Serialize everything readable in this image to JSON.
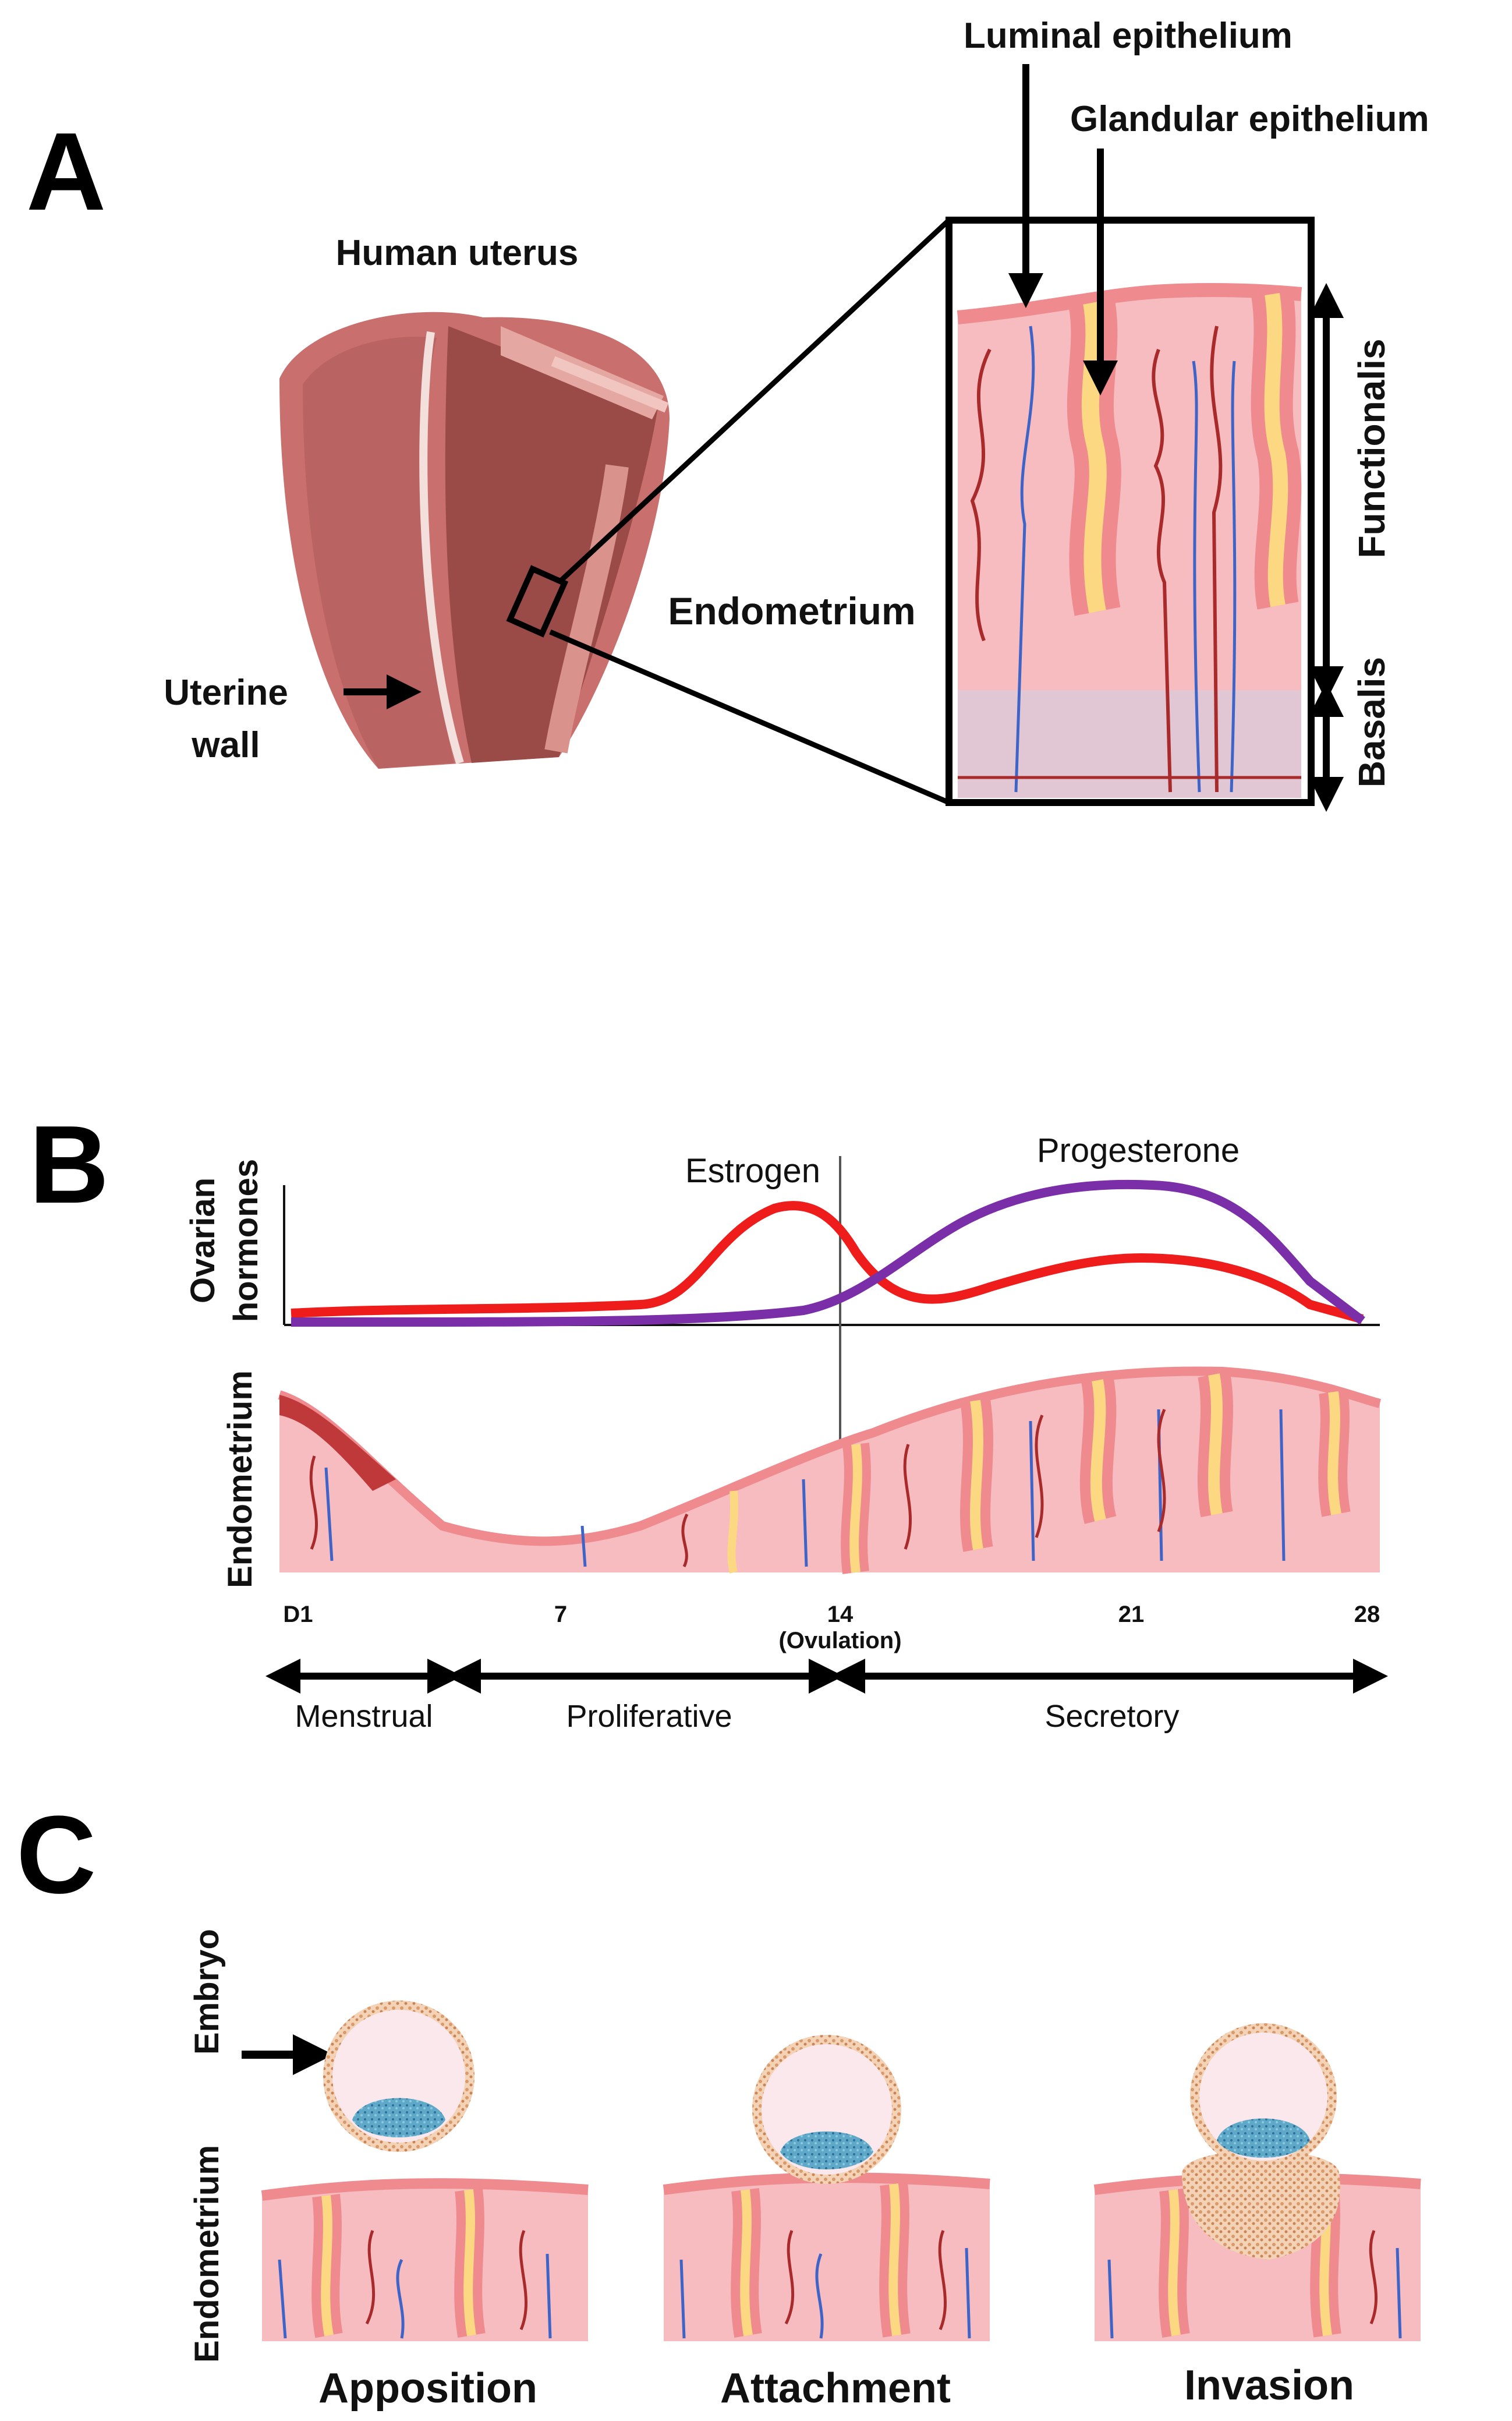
{
  "panels": {
    "a": {
      "letter": "A",
      "uterus_title": "Human uterus",
      "uterine_wall": [
        "Uterine",
        "wall"
      ],
      "endometrium": "Endometrium",
      "luminal": "Luminal epithelium",
      "glandular": "Glandular epithelium",
      "functionalis": "Functionalis",
      "basalis": "Basalis"
    },
    "b": {
      "letter": "B",
      "ylabel_hormones": [
        "Ovarian",
        "hormones"
      ],
      "ylabel_endometrium": "Endometrium",
      "estrogen": "Estrogen",
      "progesterone": "Progesterone",
      "ticks": [
        "D1",
        "7",
        "14",
        "21",
        "28"
      ],
      "ovulation": "(Ovulation)",
      "phases": [
        "Menstrual",
        "Proliferative",
        "Secretory"
      ]
    },
    "c": {
      "letter": "C",
      "embryo_label": "Embryo",
      "endometrium_label": "Endometrium",
      "stages": [
        "Apposition",
        "Attachment",
        "Invasion"
      ]
    }
  },
  "colors": {
    "estrogen": "#ef1c1c",
    "progesterone": "#7a2fa8",
    "tissue": "#f6bcc0",
    "epithelium": "#ef8a8e",
    "gland": "#fcd882",
    "vessel_red": "#a82a2a",
    "vessel_blue": "#3f64c8",
    "basalis": "#ddc9d6",
    "icm": "#5fa8c8"
  }
}
